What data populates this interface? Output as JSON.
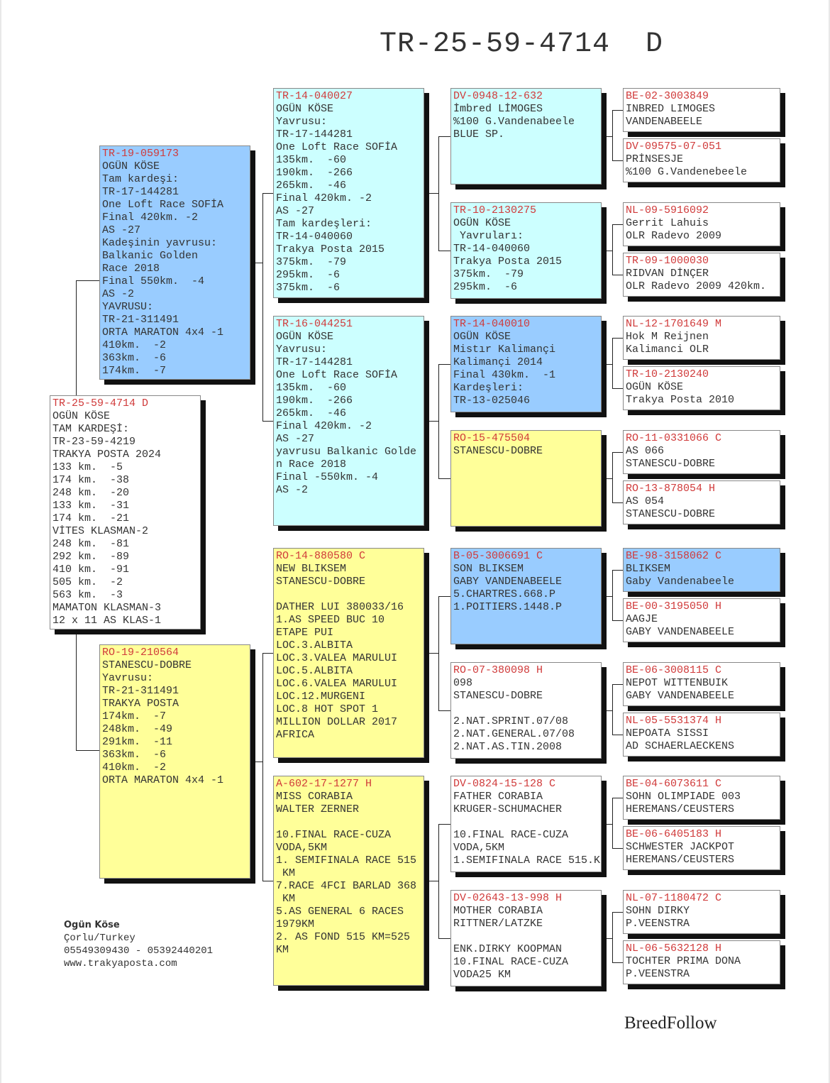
{
  "title": "TR-25-59-4714  D",
  "subject": {
    "color": "#ffffff",
    "lines": [
      "TR-25-59-4714 D",
      "OGÜN KÖSE",
      "TAM KARDEŞİ:",
      "TR-23-59-4219",
      "TRAKYA POSTA 2024",
      "133 km.  -5",
      "174 km.  -38",
      "248 km.  -20",
      "133 km.  -31",
      "174 km.  -21",
      "VİTES KLASMAN-2",
      "248 km.  -81",
      "292 km.  -89",
      "410 km.  -91",
      "505 km.  -2",
      "563 km.  -3",
      "MAMATON KLASMAN-3",
      "12 x 11 AS KLAS-1"
    ]
  },
  "parents": [
    {
      "color": "#99ccff",
      "lines": [
        "TR-19-059173",
        "OGÜN KÖSE",
        "Tam kardeşi:",
        "TR-17-144281",
        "One Loft Race SOFİA",
        "Final 420km. -2",
        "AS -27",
        "Kadeşinin yavrusu:",
        "Balkanic Golden",
        "Race 2018",
        "Final 550km.  -4",
        "AS -2",
        "YAVRUSU:",
        "TR-21-311491",
        "ORTA MARATON 4x4 -1",
        "410km.  -2",
        "363km.  -6",
        "174km.  -7"
      ]
    },
    {
      "color": "#ffff99",
      "lines": [
        "RO-19-210564",
        "STANESCU-DOBRE",
        "Yavrusu:",
        "TR-21-311491",
        "TRAKYA POSTA",
        "174km.  -7",
        "248km.  -49",
        "291km.  -11",
        "363km.  -6",
        "410km.  -2",
        "ORTA MARATON 4x4 -1"
      ]
    }
  ],
  "grandparents": [
    {
      "color": "#ccffff",
      "lines": [
        "TR-14-040027",
        "OGÜN KÖSE",
        "Yavrusu:",
        "TR-17-144281",
        "One Loft Race SOFİA",
        "135km.  -60",
        "190km.  -266",
        "265km.  -46",
        "Final 420km. -2",
        "AS -27",
        "Tam kardeşleri:",
        "TR-14-040060",
        "Trakya Posta 2015",
        "375km.  -79",
        "295km.  -6",
        "375km.  -6"
      ]
    },
    {
      "color": "#ccffff",
      "lines": [
        "TR-16-044251",
        "OGÜN KÖSE",
        "Yavrusu:",
        "TR-17-144281",
        "One Loft Race SOFİA",
        "135km.  -60",
        "190km.  -266",
        "265km.  -46",
        "Final 420km. -2",
        "AS -27",
        "yavrusu Balkanic Golde",
        "n Race 2018",
        "Final -550km. -4",
        "AS -2"
      ]
    },
    {
      "color": "#ffff99",
      "lines": [
        "RO-14-880580 C",
        "NEW BLIKSEM",
        "STANESCU-DOBRE",
        "",
        "DATHER LUI 380033/16",
        "1.AS SPEED BUC 10",
        "ETAPE PUI",
        "LOC.3.ALBITA",
        "LOC.3.VALEA MARULUI",
        "LOC.5.ALBITA",
        "LOC.6.VALEA MARULUI",
        "LOC.12.MURGENI",
        "LOC.8 HOT SPOT 1",
        "MILLION DOLLAR 2017",
        "AFRICA"
      ]
    },
    {
      "color": "#ffff99",
      "lines": [
        "A-602-17-1277 H",
        "MISS CORABIA",
        "WALTER ZERNER",
        "",
        "10.FINAL RACE-CUZA",
        "VODA,5KM",
        "1. SEMIFINALA RACE 515",
        " KM",
        "7.RACE 4FCI BARLAD 368",
        " KM",
        "5.AS GENERAL 6 RACES",
        "1979KM",
        "2. AS FOND 515 KM=525",
        "KM"
      ]
    }
  ],
  "great_grandparents": [
    {
      "color": "#ccffff",
      "lines": [
        "DV-0948-12-632",
        "İmbred LİMOGES",
        "%100 G.Vandenabeele",
        "BLUE SP."
      ]
    },
    {
      "color": "#ccffff",
      "lines": [
        "TR-10-2130275",
        "OGÜN KÖSE",
        " Yavruları:",
        "TR-14-040060",
        "Trakya Posta 2015",
        "375km.  -79",
        "295km.  -6"
      ]
    },
    {
      "color": "#99ccff",
      "lines": [
        "TR-14-040010",
        "OGÜN KÖSE",
        "Mistır Kalimançi",
        "Kalimançi 2014",
        "Final 430km.  -1",
        "Kardeşleri:",
        "TR-13-025046"
      ]
    },
    {
      "color": "#ffff99",
      "lines": [
        "RO-15-475504",
        "STANESCU-DOBRE"
      ]
    },
    {
      "color": "#99ccff",
      "lines": [
        "B-05-3006691 C",
        "SON BLIKSEM",
        "GABY VANDENABEELE",
        "5.CHARTRES.668.P",
        "1.POITIERS.1448.P"
      ]
    },
    {
      "color": "#ffffff",
      "lines": [
        "RO-07-380098 H",
        "098",
        "STANESCU-DOBRE",
        "",
        "2.NAT.SPRINT.07/08",
        "2.NAT.GENERAL.07/08",
        "2.NAT.AS.TIN.2008"
      ]
    },
    {
      "color": "#ffffff",
      "lines": [
        "DV-0824-15-128 C",
        "FATHER CORABIA",
        "KRUGER-SCHUMACHER",
        "",
        "10.FINAL RACE-CUZA",
        "VODA,5KM",
        "1.SEMIFINALA RACE 515.K"
      ]
    },
    {
      "color": "#ffffff",
      "lines": [
        "DV-02643-13-998 H",
        "MOTHER CORABIA",
        "RITTNER/LATZKE",
        "",
        "ENK.DIRKY KOOPMAN",
        "10.FINAL RACE-CUZA",
        "VODA25 KM"
      ]
    }
  ],
  "gen4": [
    {
      "color": "#ffffff",
      "lines": [
        "BE-02-3003849",
        "INBRED LIMOGES",
        "VANDENABEELE"
      ]
    },
    {
      "color": "#ffffff",
      "lines": [
        "DV-09575-07-051",
        "PRİNSESJE",
        "%100 G.Vandenebeele"
      ]
    },
    {
      "color": "#ffffff",
      "lines": [
        "NL-09-5916092",
        "Gerrit Lahuis",
        "OLR Radevo 2009"
      ]
    },
    {
      "color": "#ffffff",
      "lines": [
        "TR-09-1000030",
        "RIDVAN DİNÇER",
        "OLR Radevo 2009 420km."
      ]
    },
    {
      "color": "#ffffff",
      "lines": [
        "NL-12-1701649 M",
        "Hok M Reijnen",
        "Kalimanci OLR"
      ]
    },
    {
      "color": "#ffffff",
      "lines": [
        "TR-10-2130240",
        "OGÜN KÖSE",
        "Trakya Posta 2010"
      ]
    },
    {
      "color": "#ffffff",
      "lines": [
        "RO-11-0331066 C",
        "AS 066",
        "STANESCU-DOBRE"
      ]
    },
    {
      "color": "#ffffff",
      "lines": [
        "RO-13-878054 H",
        "AS 054",
        "STANESCU-DOBRE"
      ]
    },
    {
      "color": "#99ccff",
      "lines": [
        "BE-98-3158062 C",
        "BLIKSEM",
        "Gaby Vandenabeele"
      ]
    },
    {
      "color": "#ffffff",
      "lines": [
        "BE-00-3195050 H",
        "AAGJE",
        "GABY VANDENABEELE"
      ]
    },
    {
      "color": "#ffffff",
      "lines": [
        "BE-06-3008115 C",
        "NEPOT WITTENBUIK",
        "GABY VANDENABEELE"
      ]
    },
    {
      "color": "#ffffff",
      "lines": [
        "NL-05-5531374 H",
        "NEPOATA SISSI",
        "AD SCHAERLAECKENS"
      ]
    },
    {
      "color": "#ffffff",
      "lines": [
        "BE-04-6073611 C",
        "SOHN OLIMPIADE 003",
        "HEREMANS/CEUSTERS"
      ]
    },
    {
      "color": "#ffffff",
      "lines": [
        "BE-06-6405183 H",
        "SCHWESTER JACKPOT",
        "HEREMANS/CEUSTERS"
      ]
    },
    {
      "color": "#ffffff",
      "lines": [
        "NL-07-1180472 C",
        "SOHN DIRKY",
        "P.VEENSTRA"
      ]
    },
    {
      "color": "#ffffff",
      "lines": [
        "NL-06-5632128 H",
        "TOCHTER PRIMA DONA",
        "P.VEENSTRA"
      ]
    }
  ],
  "owner": {
    "name": "Ogün Köse",
    "city": "Çorlu/Turkey",
    "phones": "05549309430 - 05392440201",
    "website": "www.trakyaposta.com"
  },
  "brand": "BreedFollow"
}
